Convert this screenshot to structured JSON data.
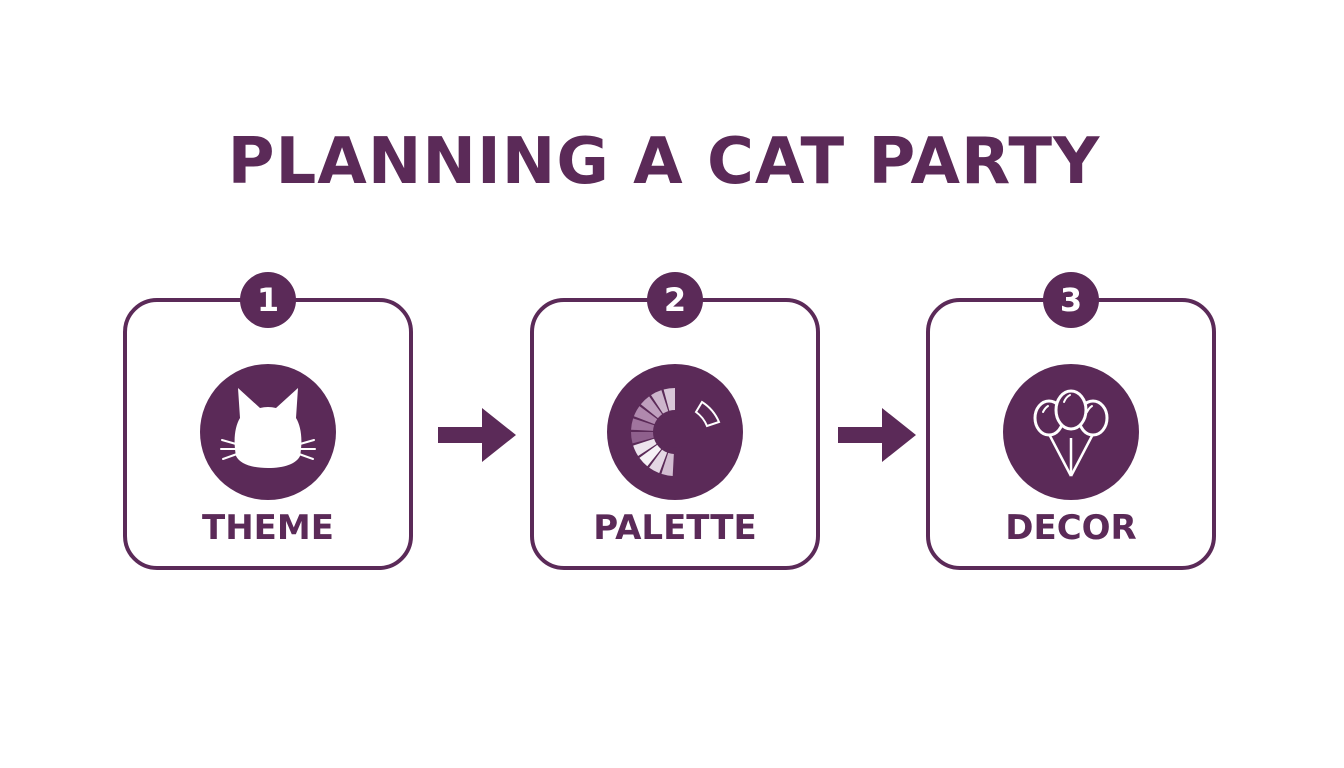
{
  "title": "PLANNING A CAT PARTY",
  "colors": {
    "primary": "#5b2a58",
    "background": "#ffffff",
    "icon_foreground": "#ffffff"
  },
  "steps": [
    {
      "number": "1",
      "label": "THEME",
      "icon": "cat-icon"
    },
    {
      "number": "2",
      "label": "PALETTE",
      "icon": "color-palette-icon"
    },
    {
      "number": "3",
      "label": "DECOR",
      "icon": "balloons-icon"
    }
  ],
  "connectors": [
    "arrow-right-icon",
    "arrow-right-icon"
  ]
}
